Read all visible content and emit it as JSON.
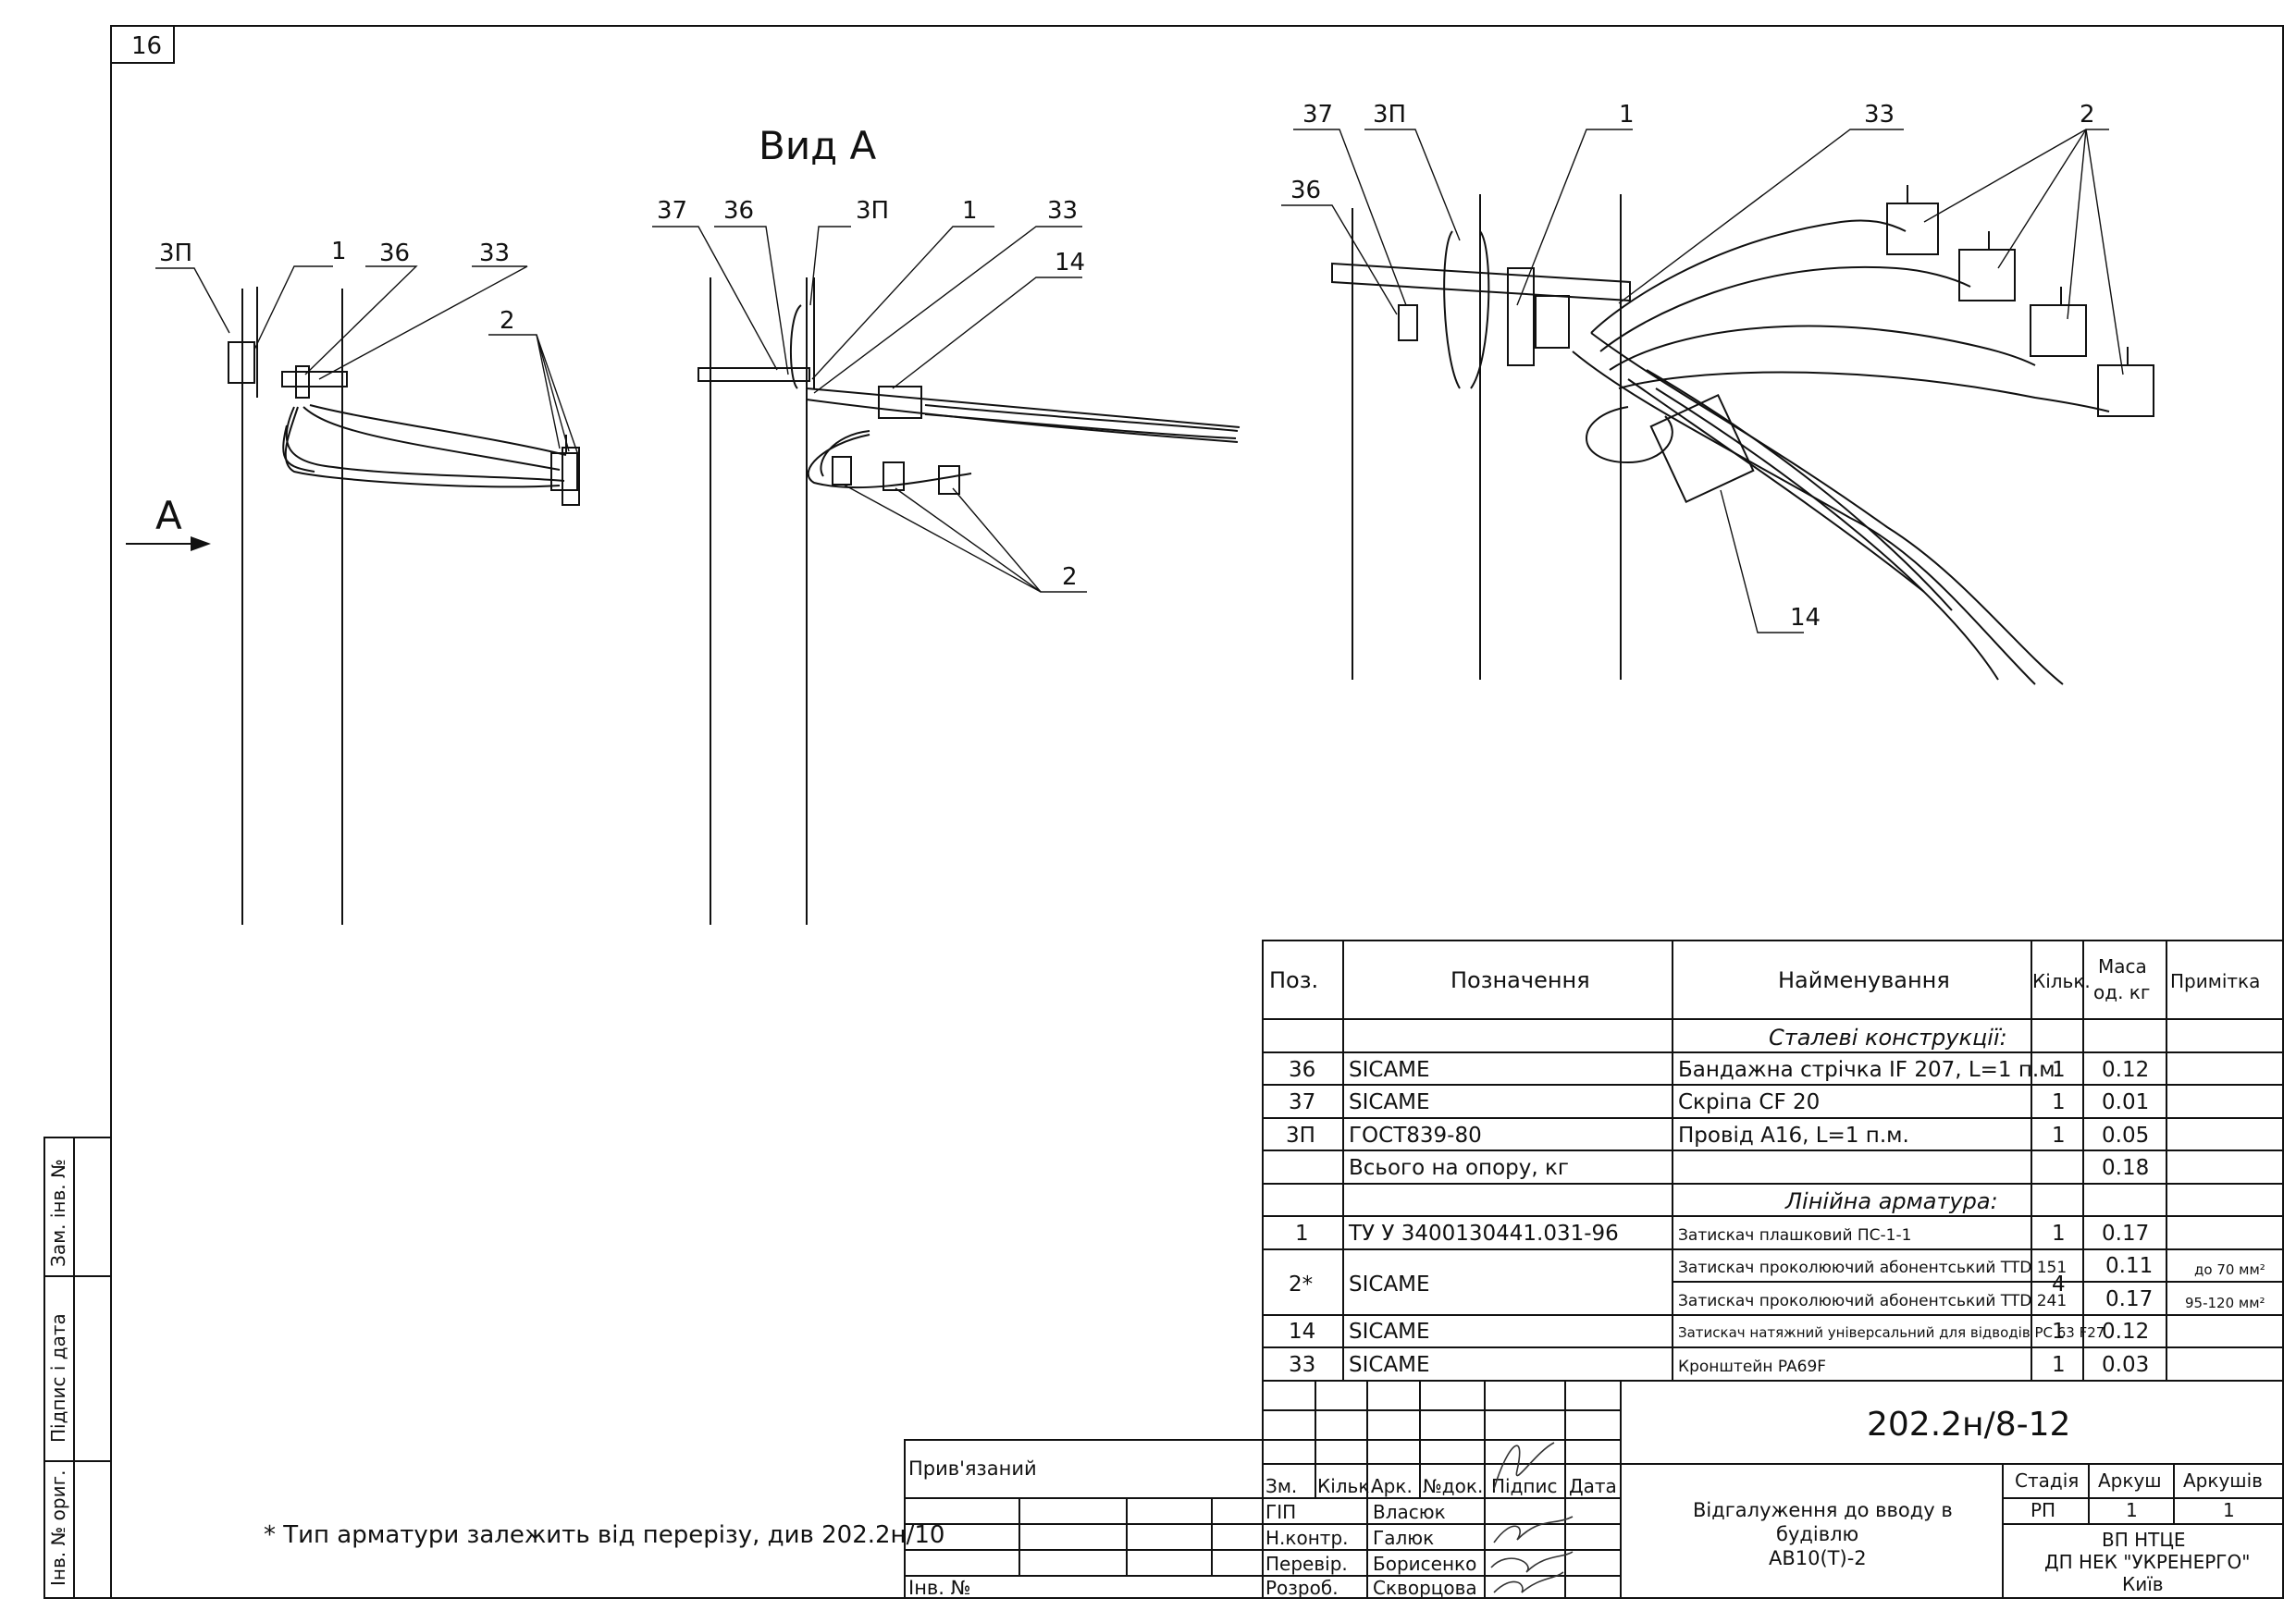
{
  "sheet": {
    "number": "16"
  },
  "view": {
    "title": "Вид А",
    "arrow_label": "А"
  },
  "callouts": {
    "left": {
      "zp": "3П",
      "n1": "1",
      "n36": "36",
      "n33": "33",
      "n2": "2"
    },
    "middle": {
      "n37": "37",
      "n36": "36",
      "zp": "3П",
      "n1": "1",
      "n33": "33",
      "n14": "14",
      "n2": "2"
    },
    "right": {
      "n37": "37",
      "zp": "3П",
      "n1": "1",
      "n33": "33",
      "n2": "2",
      "n36": "36",
      "n14": "14"
    }
  },
  "table": {
    "headers": {
      "pos": "Поз.",
      "designation": "Позначення",
      "name": "Найменування",
      "qty": "Кільк.",
      "mass1": "Маса",
      "mass2": "од. кг",
      "note": "Примітка"
    },
    "section1": "Сталеві конструкції:",
    "section2": "Лінійна арматура:",
    "rows": [
      {
        "pos": "36",
        "des": "SICAME",
        "name": "Бандажна стрічка IF 207, L=1 п.м.",
        "qty": "1",
        "mass": "0.12",
        "note": ""
      },
      {
        "pos": "37",
        "des": "SICAME",
        "name": "Скрiпа CF 20",
        "qty": "1",
        "mass": "0.01",
        "note": ""
      },
      {
        "pos": "3П",
        "des": "ГОСТ839-80",
        "name": "Провід А16, L=1 п.м.",
        "qty": "1",
        "mass": "0.05",
        "note": ""
      },
      {
        "pos": "",
        "des": "Всього на опору, кг",
        "name": "",
        "qty": "",
        "mass": "0.18",
        "note": ""
      },
      {
        "pos": "1",
        "des": "ТУ У 3400130441.031-96",
        "name": "Затискач плашковий ПС-1-1",
        "qty": "1",
        "mass": "0.17",
        "note": ""
      },
      {
        "pos": "2*",
        "des": "SICAME",
        "name": "Затискач проколюючий абонентський TTD 151",
        "name2": "Затискач проколюючий абонентський TTD 241",
        "qty": "4",
        "mass": "0.11",
        "mass2": "0.17",
        "note": "до 70 мм²",
        "note2": "95-120 мм²"
      },
      {
        "pos": "14",
        "des": "SICAME",
        "name": "Затискач натяжний універсальний для відводів PC 63 F27",
        "qty": "1",
        "mass": "0.12",
        "note": ""
      },
      {
        "pos": "33",
        "des": "SICAME",
        "name": "Кронштейн PA69F",
        "qty": "1",
        "mass": "0.03",
        "note": ""
      }
    ]
  },
  "titleblock": {
    "code": "202.2н/8-12",
    "bound": "Прив'язаний",
    "inv": "Інв. №",
    "cols": {
      "zm": "Зм.",
      "qty": "Кільк.",
      "sheet": "Арк.",
      "doc": "№док.",
      "sign": "Підпис",
      "date": "Дата"
    },
    "people": [
      {
        "role": "ГІП",
        "name": "Власюк"
      },
      {
        "role": "Н.контр.",
        "name": "Галюк"
      },
      {
        "role": "Перевір.",
        "name": "Борисенко"
      },
      {
        "role": "Розроб.",
        "name": "Скворцова"
      }
    ],
    "title": [
      "Відгалуження до вводу в",
      "будівлю",
      "АВ10(Т)-2"
    ],
    "stage_label": "Стадія",
    "sheet_label": "Аркуш",
    "sheets_label": "Аркушів",
    "stage": "РП",
    "sheet": "1",
    "sheets": "1",
    "org": [
      "ВП НТЦЕ",
      "ДП НЕК \"УКРЕНЕРГО\"",
      "Київ"
    ]
  },
  "side_stamp": {
    "zam": "Зам. інв. №",
    "sign_date": "Підпис і дата",
    "inv_orig": "Інв. № ориг."
  },
  "footnote": "* Тип арматури залежить від перерізу, див 202.2н/10"
}
